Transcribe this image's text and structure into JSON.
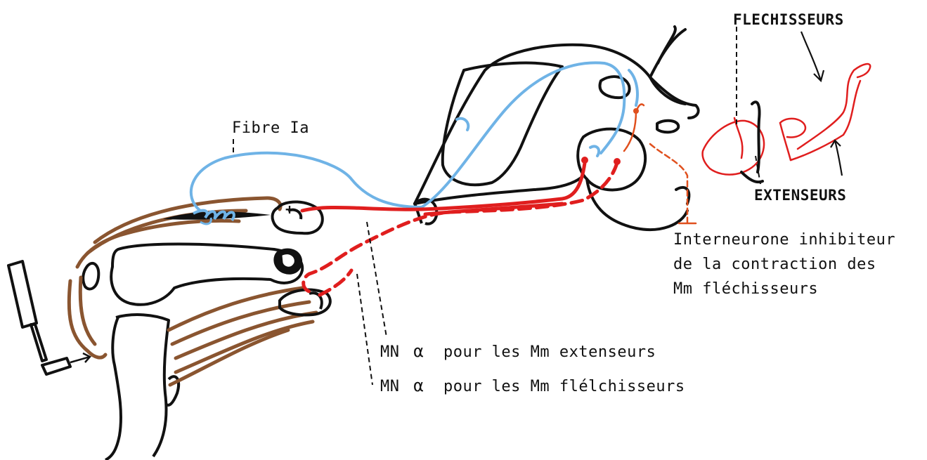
{
  "labels": {
    "fibre": "Fibre Ia",
    "flechisseurs": "FLECHISSEURS",
    "extenseurs": "EXTENSEURS",
    "inter_line1": "Interneurone inhibiteur",
    "inter_line2": "de la contraction des",
    "inter_line3": "Mm fléchisseurs",
    "mn_ext_prefix": "MN",
    "mn_ext_text": "pour les Mm extenseurs",
    "mn_flex_prefix": "MN",
    "mn_flex_text": "pour les Mm flélchisseurs"
  },
  "symbols": {
    "plus": "+",
    "alpha": "α"
  },
  "colors": {
    "ink": "#111111",
    "sensory_fiber": "#6fb3e6",
    "motor_neuron": "#e01e1e",
    "inhibitory_interneuron": "#e0501e",
    "muscle": "#8a5530"
  }
}
